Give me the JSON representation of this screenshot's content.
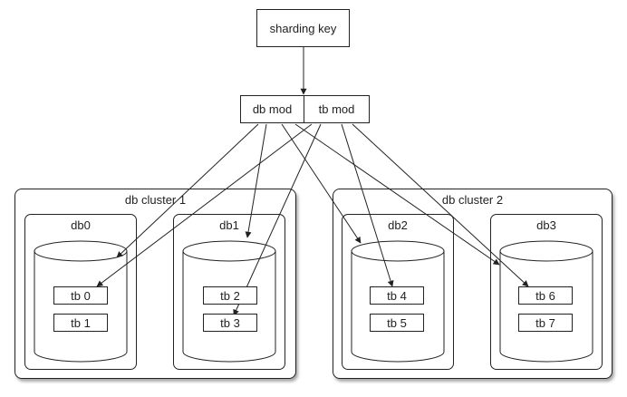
{
  "sharding_key": "sharding key",
  "mods": {
    "db_mod": "db mod",
    "tb_mod": "tb mod"
  },
  "clusters": [
    {
      "label": "db cluster 1",
      "dbs": [
        {
          "label": "db0",
          "tables": [
            "tb 0",
            "tb 1"
          ]
        },
        {
          "label": "db1",
          "tables": [
            "tb 2",
            "tb 3"
          ]
        }
      ]
    },
    {
      "label": "db cluster 2",
      "dbs": [
        {
          "label": "db2",
          "tables": [
            "tb 4",
            "tb 5"
          ]
        },
        {
          "label": "db3",
          "tables": [
            "tb 6",
            "tb 7"
          ]
        }
      ]
    }
  ],
  "colors": {
    "stroke": "#222222",
    "background": "#ffffff"
  }
}
